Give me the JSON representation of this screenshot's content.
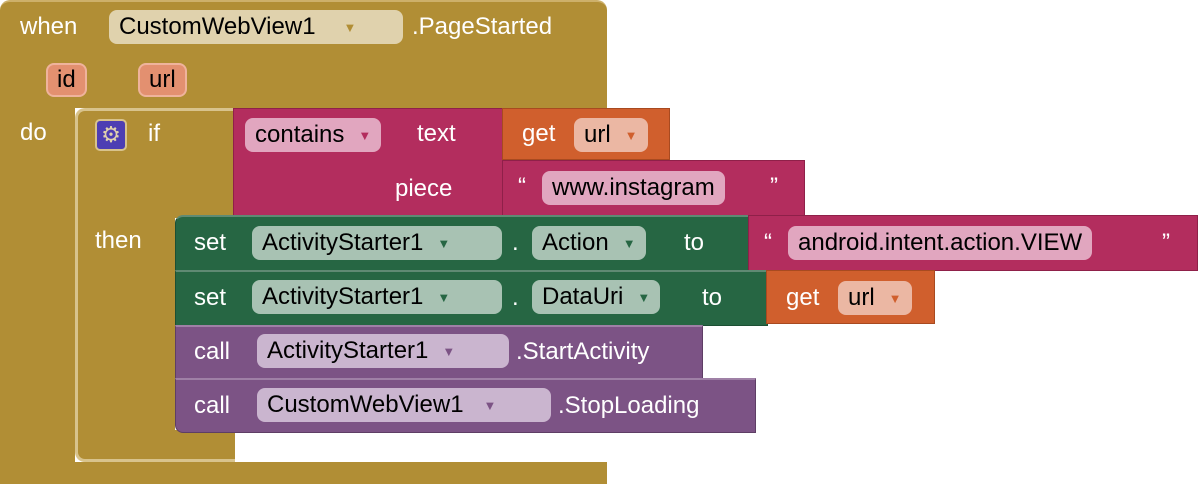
{
  "event": {
    "when": "when",
    "component": "CustomWebView1",
    "event": ".PageStarted",
    "params": [
      "id",
      "url"
    ],
    "do": "do"
  },
  "if_block": {
    "if": "if",
    "then": "then"
  },
  "contains": {
    "op": "contains",
    "text": "text",
    "piece": "piece"
  },
  "get1": {
    "get": "get",
    "var": "url"
  },
  "str1": {
    "open": "“",
    "value": "www.instagram",
    "close": "”"
  },
  "set1": {
    "set": "set",
    "component": "ActivityStarter1",
    "dot": ".",
    "prop": "Action",
    "to": "to"
  },
  "str2": {
    "open": "“",
    "value": "android.intent.action.VIEW",
    "close": "”"
  },
  "set2": {
    "set": "set",
    "component": "ActivityStarter1",
    "dot": ".",
    "prop": "DataUri",
    "to": "to"
  },
  "get2": {
    "get": "get",
    "var": "url"
  },
  "call1": {
    "call": "call",
    "component": "ActivityStarter1",
    "method": ".StartActivity"
  },
  "call2": {
    "call": "call",
    "component": "CustomWebView1",
    "method": ".StopLoading"
  },
  "arrow": "▼",
  "colors": {
    "event": "#b18e35",
    "text": "#b32d5e",
    "variable": "#d05f2d",
    "setter": "#266643",
    "method": "#7c5385",
    "mutator": "#4d3eb3"
  }
}
